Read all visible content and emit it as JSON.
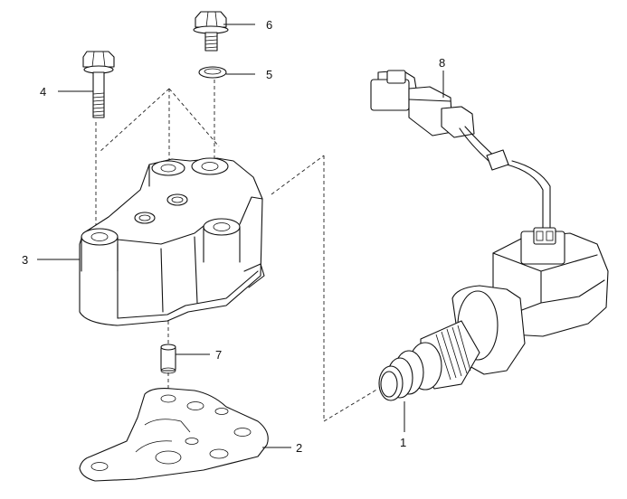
{
  "parts": [
    {
      "id": "part-1",
      "label": "1",
      "name": "solenoid-valve"
    },
    {
      "id": "part-2",
      "label": "2",
      "name": "gasket"
    },
    {
      "id": "part-3",
      "label": "3",
      "name": "valve-housing"
    },
    {
      "id": "part-4",
      "label": "4",
      "name": "bolt"
    },
    {
      "id": "part-5",
      "label": "5",
      "name": "washer"
    },
    {
      "id": "part-6",
      "label": "6",
      "name": "flange-bolt"
    },
    {
      "id": "part-7",
      "label": "7",
      "name": "dowel-pin"
    },
    {
      "id": "part-8",
      "label": "8",
      "name": "connector"
    }
  ],
  "colors": {
    "line": "#111111",
    "background": "#ffffff"
  }
}
